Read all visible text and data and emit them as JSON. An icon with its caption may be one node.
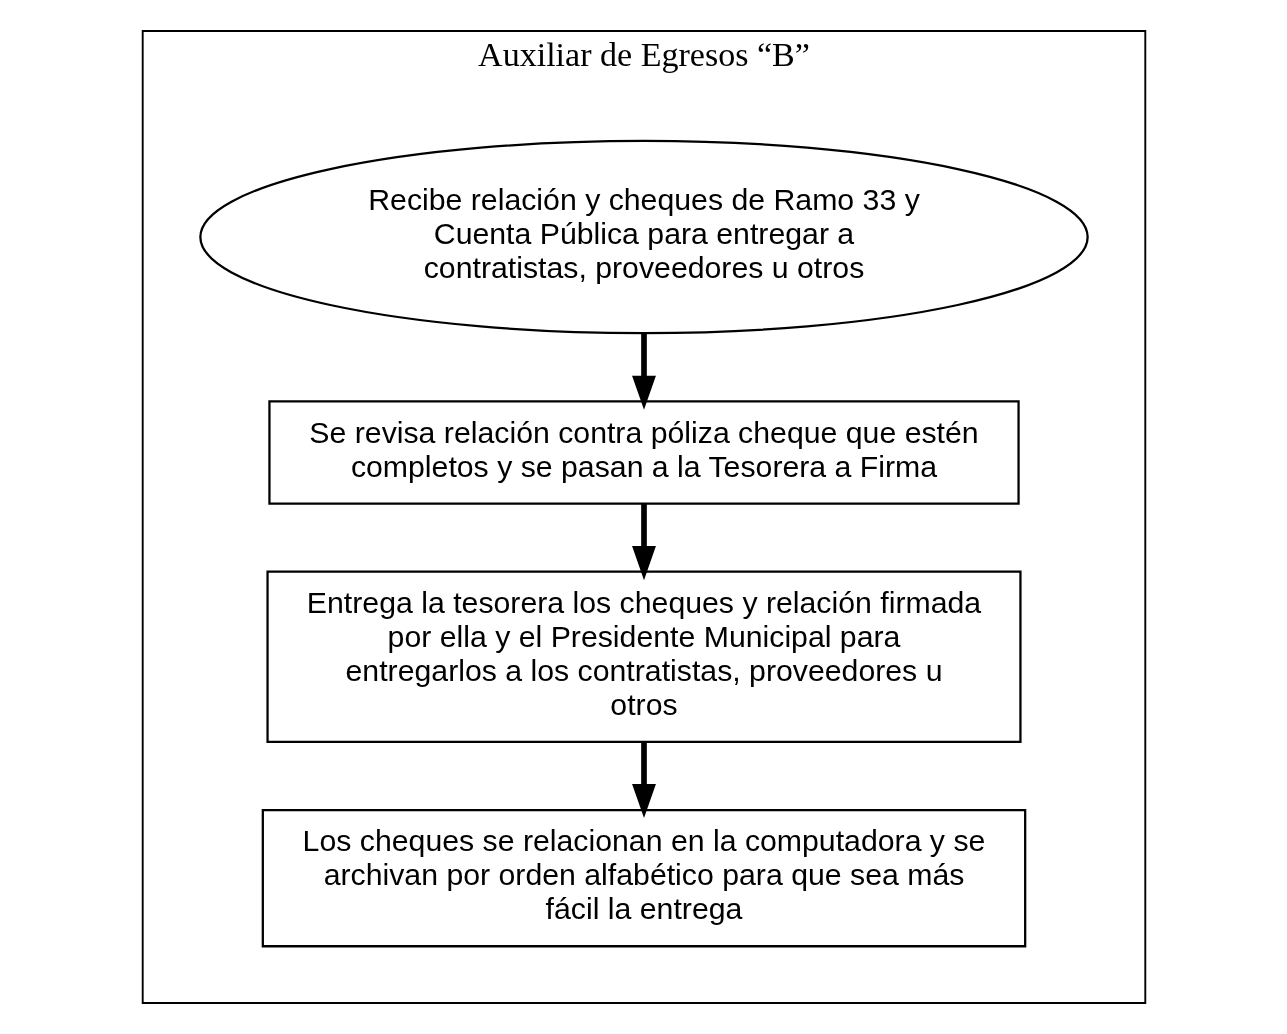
{
  "diagram": {
    "nodes": [
      {
        "text": [
          "Auxiliar de Egresos “B”"
        ]
      },
      {
        "text": [
          "Recibe relación y cheques de Ramo 33 y Cuenta Pública para entregar a contratistas, proveedores u otros"
        ],
        "in": 0
      },
      {
        "text": [
          "Se revisa relación contra póliza cheque que estén completos y se pasan a la Tesorera a Firma"
        ],
        "in": 0
      },
      {
        "text": [
          "Entrega la tesorera los cheques y relación firmada por ella y el Presidente Municipal para entregarlos a los contratistas, proveedores u otros"
        ],
        "in": 0
      },
      {
        "text": [
          "Los cheques se relacionan en la computadora y se archivan por orden alfabético para que sea más fácil la entrega"
        ],
        "in": 0
      }
    ],
    "edges": [
      {
        "from": 1,
        "to": 2,
        "arrow": "to"
      },
      {
        "from": 2,
        "to": 3,
        "arrow": "to"
      },
      {
        "from": 3,
        "to": 4,
        "arrow": "to"
      }
    ]
  }
}
